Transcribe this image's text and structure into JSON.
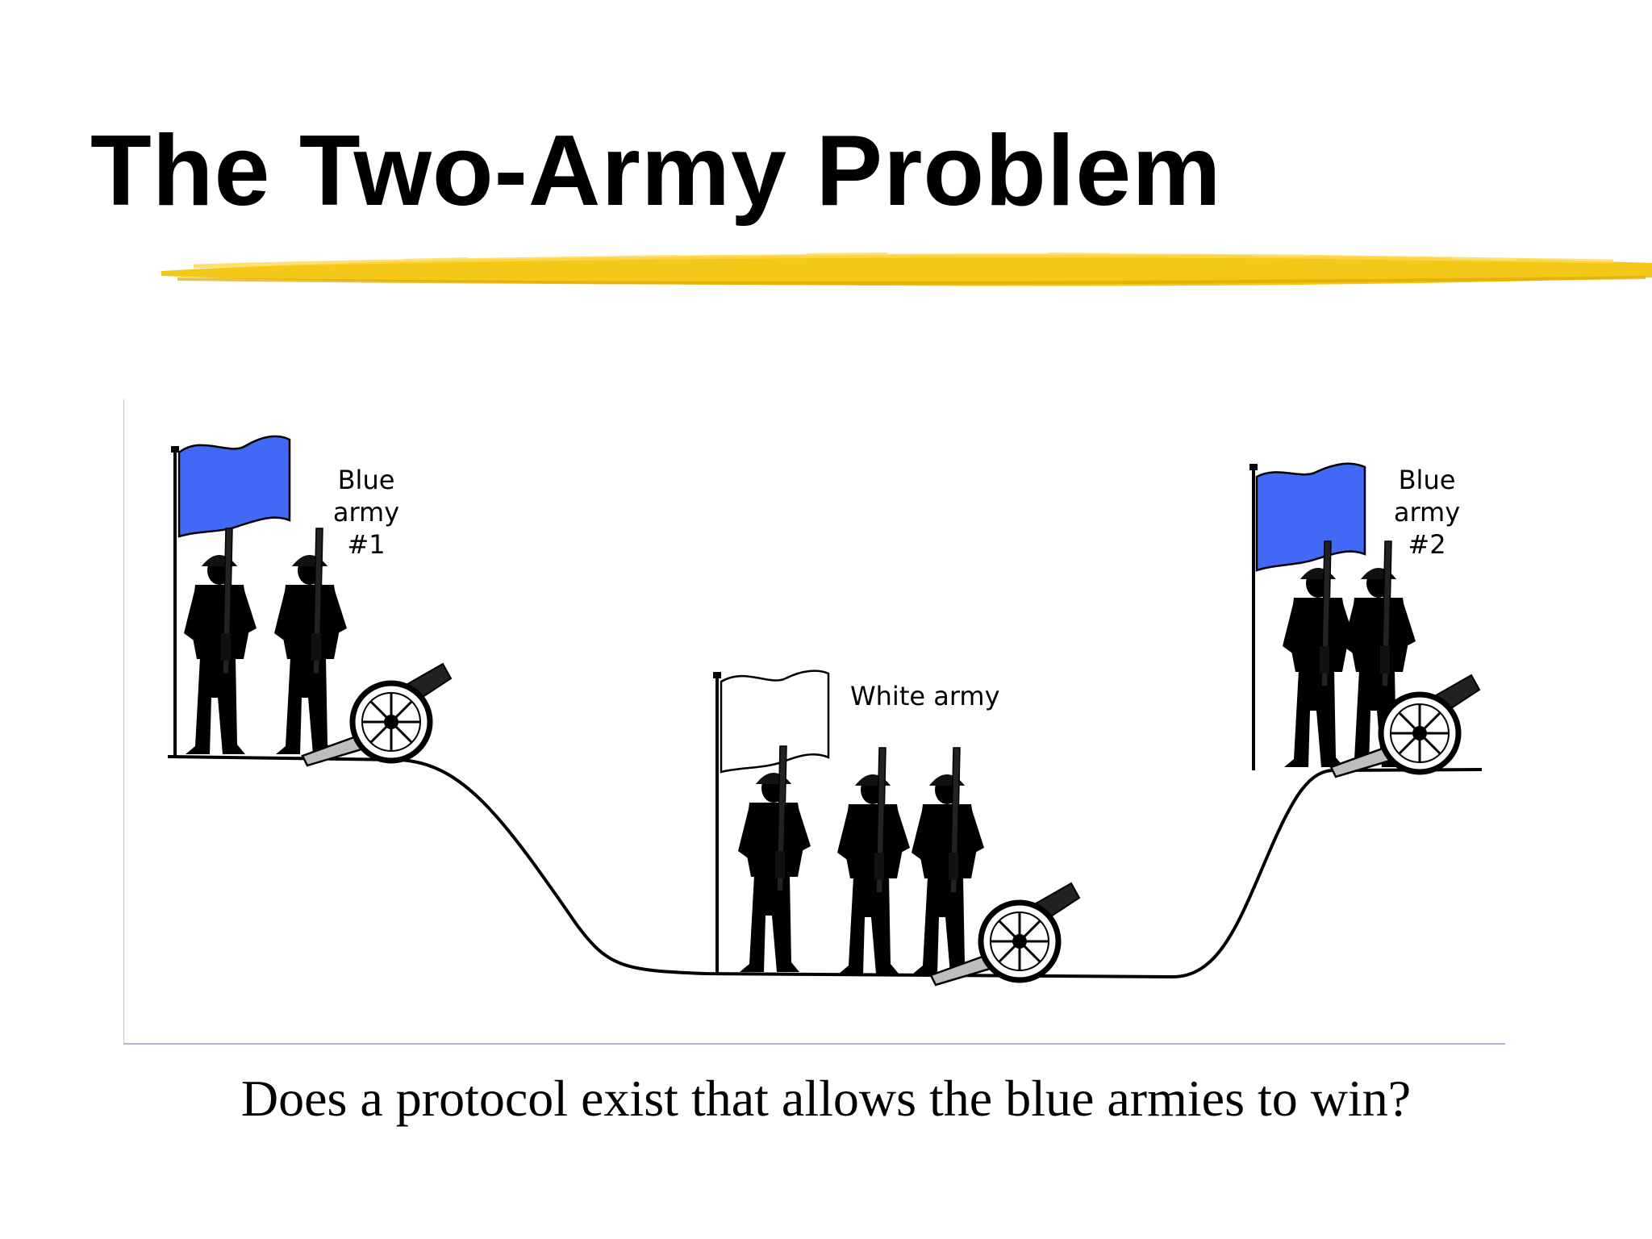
{
  "slide": {
    "title": "The Two-Army Problem",
    "caption": "Does a protocol exist that allows the blue armies to win?"
  },
  "diagram": {
    "armies": [
      {
        "id": "blue-1",
        "label": "Blue\narmy\n#1",
        "flag_color": "#4169f5",
        "soldiers": 2,
        "uniform_color": "#9a9a9a"
      },
      {
        "id": "white",
        "label": "White army",
        "flag_color": "#ffffff",
        "soldiers": 3,
        "uniform_color": "#ffffff"
      },
      {
        "id": "blue-2",
        "label": "Blue\narmy\n#2",
        "flag_color": "#4169f5",
        "soldiers": 2,
        "uniform_color": "#9a9a9a"
      }
    ]
  },
  "colors": {
    "title": "#000000",
    "underline": "#f2c200",
    "frame": "#b4b4d8"
  }
}
